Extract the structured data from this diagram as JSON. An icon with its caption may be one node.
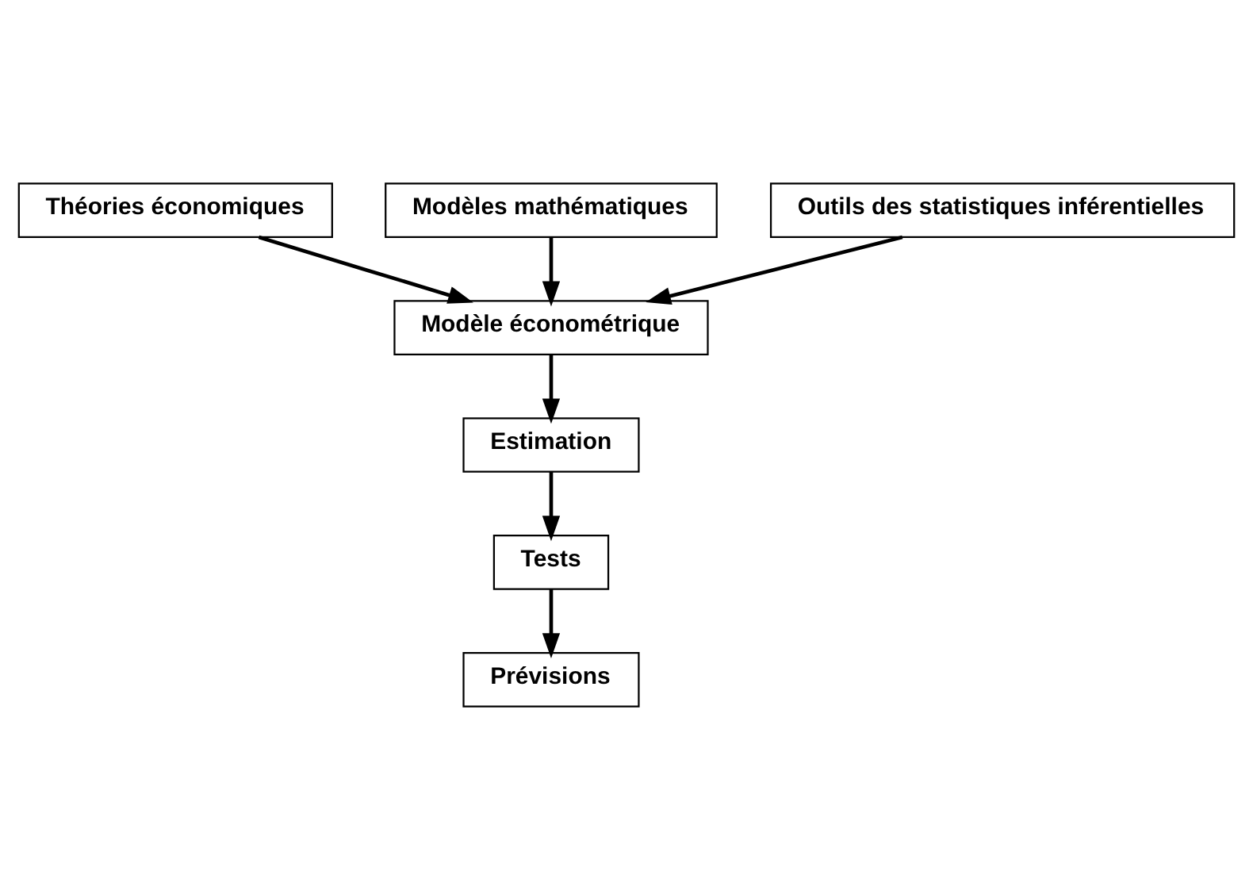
{
  "diagram": {
    "nodes": [
      {
        "text": [
          "Théories économiques"
        ]
      },
      {
        "text": [
          "Modèles mathématiques"
        ]
      },
      {
        "text": [
          "Outils des statistiques inférentielles"
        ]
      },
      {
        "text": [
          "Modèle économétrique"
        ]
      },
      {
        "text": [
          "Estimation"
        ]
      },
      {
        "text": [
          "Tests"
        ]
      },
      {
        "text": [
          "Prévisions"
        ]
      }
    ],
    "edges": [
      {
        "from": 0,
        "to": 3,
        "arrow": "to"
      },
      {
        "from": 1,
        "to": 3,
        "arrow": "to"
      },
      {
        "from": 2,
        "to": 3,
        "arrow": "to"
      },
      {
        "from": 3,
        "to": 4,
        "arrow": "to"
      },
      {
        "from": 4,
        "to": 5,
        "arrow": "to"
      },
      {
        "from": 5,
        "to": 6,
        "arrow": "to"
      }
    ]
  }
}
